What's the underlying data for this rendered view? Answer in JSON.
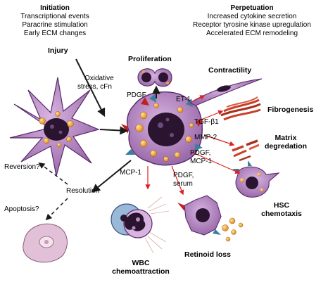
{
  "initiation": {
    "title": "Initiation",
    "lines": [
      "Transcriptional events",
      "Paracrine stimulation",
      "Early ECM changes"
    ]
  },
  "perpetuation": {
    "title": "Perpetuation",
    "lines": [
      "Increased cytokine secretion",
      "Receptor tyrosine kinase upregulation",
      "Accelerated ECM remodeling"
    ]
  },
  "labels": {
    "injury": "Injury",
    "oxidative": "Oxidative",
    "stress": "stress, cFn",
    "proliferation": "Proliferation",
    "pdgf": "PDGF",
    "et1": "ET-1",
    "contractility": "Contractility",
    "tgf": "TGF-β1",
    "fibrogenesis": "Fibrogenesis",
    "mmp2": "MMP-2",
    "matrix1": "Matrix",
    "matrix2": "degredation",
    "pdgf_mcp_1": "PDGF,",
    "pdgf_mcp_2": "MCP-1",
    "hsc1": "HSC",
    "hsc2": "chemotaxis",
    "mcp1": "MCP-1",
    "pdgf_serum_1": "PDGF,",
    "pdgf_serum_2": "serum",
    "retinoid": "Retinoid loss",
    "wbc1": "WBC",
    "wbc2": "chemoattraction",
    "reversion": "Reversion?",
    "resolution": "Resolution",
    "apoptosis": "Apoptosis?"
  },
  "colors": {
    "cell_body": "#b98cc4",
    "cell_outline": "#5a2a6a",
    "nucleus": "#2a1430",
    "droplet": "#f0a030",
    "receptor_blue": "#3a7fa0",
    "receptor_red": "#c02020",
    "arrow_black": "#1a1a1a",
    "arrow_red": "#e02020",
    "fiber": "#c8402a",
    "wbc_blue": "#9ab8d8",
    "apoptotic": "#e2c0d8"
  }
}
